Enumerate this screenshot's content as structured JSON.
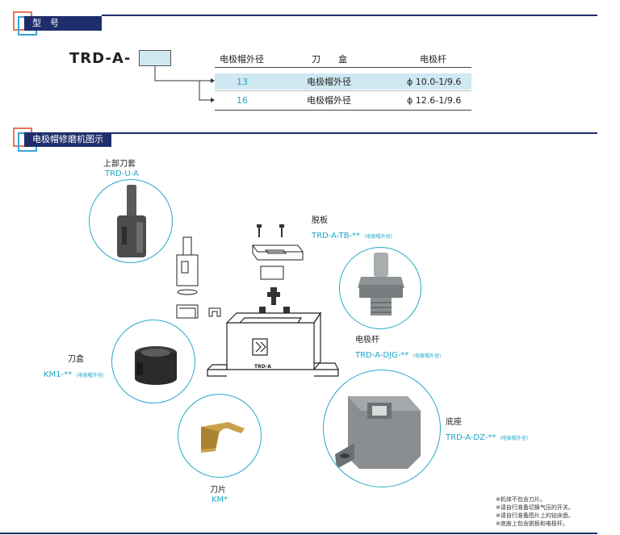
{
  "section1": {
    "title": "型　号"
  },
  "model": {
    "prefix": "TRD-A-",
    "headers": [
      "电极帽外径",
      "刀　　盒",
      "电极杆"
    ],
    "rows": [
      {
        "diameter": "13",
        "box": "电极帽外径",
        "rod": "ϕ 10.0-1/9.6"
      },
      {
        "diameter": "16",
        "box": "电极帽外径",
        "rod": "ϕ 12.6-1/9.6"
      }
    ]
  },
  "section2": {
    "title": "电极帽修磨机图示"
  },
  "parts": {
    "upper": {
      "name": "上部刀套",
      "code": "TRD-U-A"
    },
    "plate": {
      "name": "脱板",
      "code": "TRD-A-TB-**",
      "note": "(电极帽外径)"
    },
    "rod": {
      "name": "电极杆",
      "code": "TRD-A-DJG-**",
      "note": "(电极帽外径)"
    },
    "box": {
      "name": "刀盒",
      "code": "KM1-**",
      "note": "(电极帽外径)"
    },
    "base": {
      "name": "底座",
      "code": "TRD-A-DZ-**",
      "note": "(电极帽外径)"
    },
    "blade": {
      "name": "刀片",
      "code": "KM*"
    }
  },
  "machine_label": "TRD-A",
  "notes": [
    "※机体不包含刀片。",
    "※请自行准备切换气压的开关。",
    "※请自行准备图片上的钻床盘。",
    "※底座上包含脱板和电极杆。"
  ],
  "colors": {
    "navy": "#1e2d6b",
    "cyan": "#1aa8c8",
    "highlight": "#cfe8f2",
    "orange": "#e8765a"
  }
}
